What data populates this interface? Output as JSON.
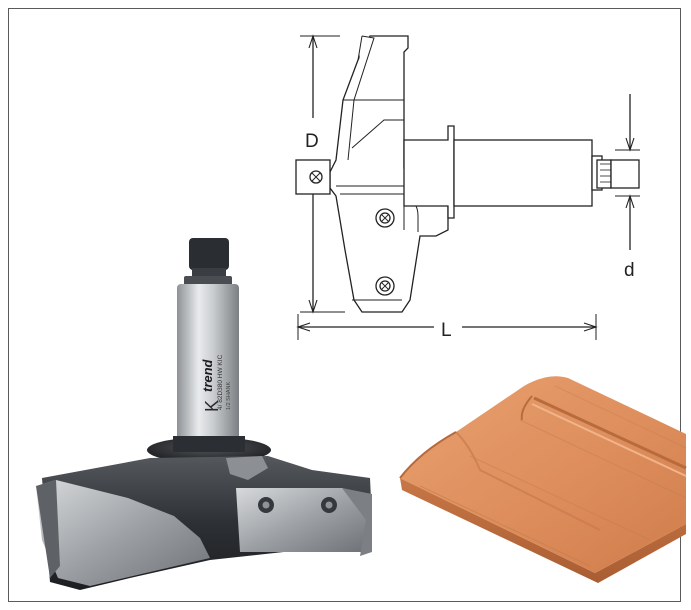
{
  "dimensions": {
    "diameter_label": "D",
    "shank_label": "d",
    "length_label": "L"
  },
  "shank_marking": {
    "brand": "trend",
    "line1": "4/ 82D380 HW KIC",
    "line2": "1/2 SHANK",
    "letter": "K"
  },
  "colors": {
    "border": "#5a5a5a",
    "steel": "#b9bcbf",
    "carbide": "#3b3e42",
    "wood": "#d98a5c"
  }
}
